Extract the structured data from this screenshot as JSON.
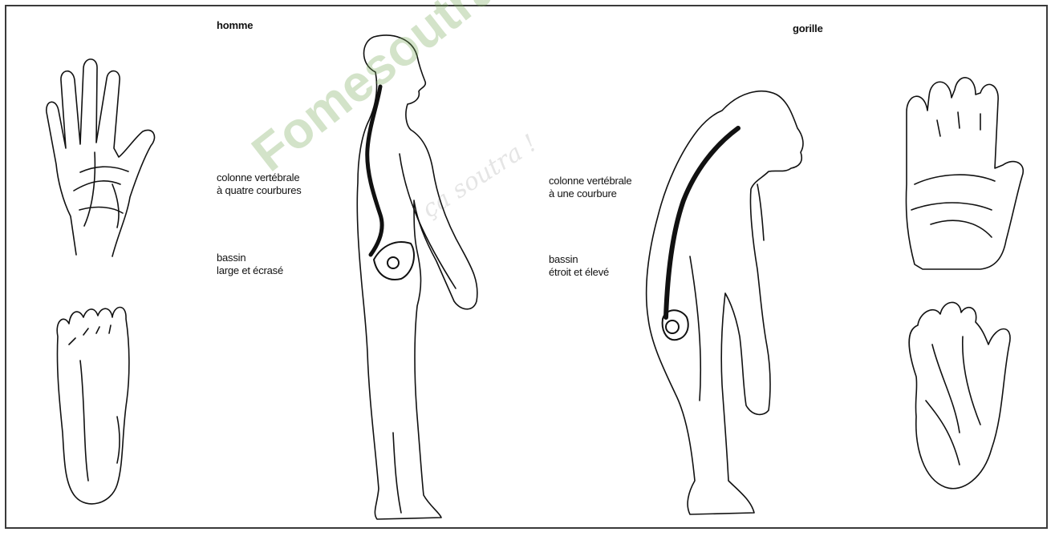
{
  "human": {
    "title": "homme",
    "spine_label": [
      "colonne vertébrale",
      "à quatre courbures"
    ],
    "pelvis_label": [
      "bassin",
      "large et écrasé"
    ]
  },
  "gorilla": {
    "title": "gorille",
    "spine_label": [
      "colonne vertébrale",
      "à une courbure"
    ],
    "pelvis_label": [
      "bassin",
      "étroit et élevé"
    ]
  },
  "watermark": {
    "brand": "Fomesoutra",
    "tagline": "ça soutra !"
  },
  "colors": {
    "ink": "#111111",
    "watermark_green": "#78aa5a"
  }
}
